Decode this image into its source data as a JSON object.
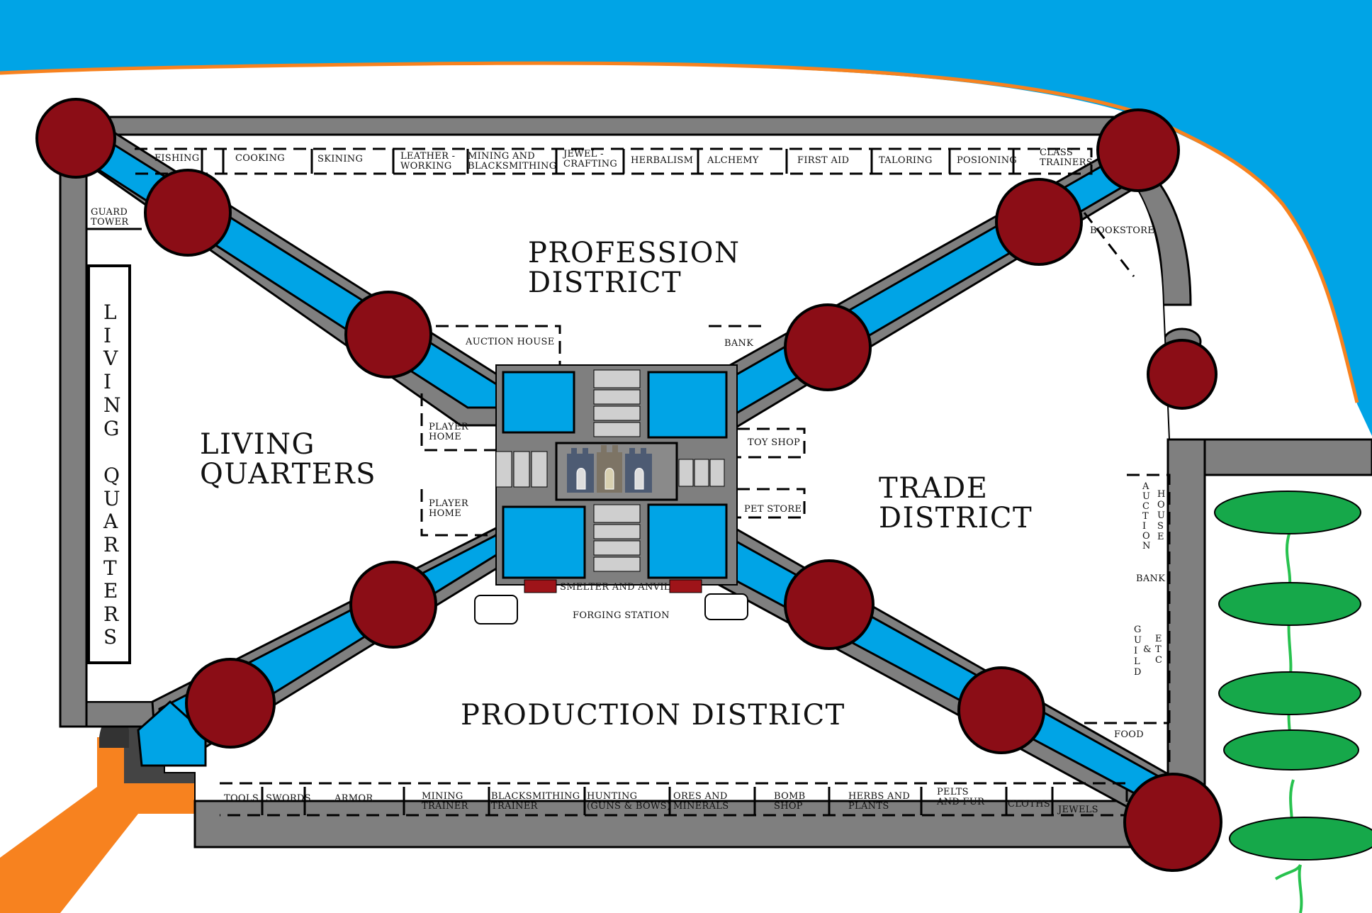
{
  "colors": {
    "water": "#00a4e6",
    "shore": "#f7821f",
    "wall": "#7f7f7f",
    "tower": "#8b0d16",
    "tree": "#16a84a",
    "trunk": "#27c24e",
    "stall": "#cfcfcf"
  },
  "districts": {
    "profession": [
      "PROFESSION",
      "DISTRICT"
    ],
    "living": [
      "LIVING",
      "QUARTERS"
    ],
    "trade": [
      "TRADE",
      "DISTRICT"
    ],
    "production": "PRODUCTION DISTRICT",
    "living_vertical": [
      "L",
      "I",
      "V",
      "I",
      "N",
      "G",
      "Q",
      "U",
      "A",
      "R",
      "T",
      "E",
      "R",
      "S"
    ]
  },
  "top_shops": [
    [
      "FISHING"
    ],
    [
      "COOKING"
    ],
    [
      "SKINING"
    ],
    [
      "LEATHER -",
      "WORKING"
    ],
    [
      "MINING AND",
      "BLACKSMITHING"
    ],
    [
      "JEWEL -",
      "CRAFTING"
    ],
    [
      "HERBALISM"
    ],
    [
      "ALCHEMY"
    ],
    [
      "FIRST AID"
    ],
    [
      "TALORING"
    ],
    [
      "POSIONING"
    ],
    [
      "CLASS",
      "TRAINERS"
    ]
  ],
  "bottom_shops": [
    [
      "TOOLS"
    ],
    [
      "SWORDS"
    ],
    [
      "ARMOR"
    ],
    [
      "MINING",
      "TRAINER"
    ],
    [
      "BLACKSMITHING",
      "TRAINER"
    ],
    [
      "HUNTING",
      "(GUNS & BOWS)"
    ],
    [
      "ORES AND",
      "MINERALS"
    ],
    [
      "BOMB",
      "SHOP"
    ],
    [
      "HERBS AND",
      "PLANTS"
    ],
    [
      "PELTS",
      "AND FUR"
    ],
    [
      "CLOTHS"
    ],
    [
      "JEWELS"
    ]
  ],
  "guard_tower": [
    "GUARD",
    "TOWER"
  ],
  "bookstore": "BOOKSTORE",
  "center": {
    "auction_house": "AUCTION HOUSE",
    "bank": "BANK",
    "player_home_1": [
      "PLAYER",
      "HOME"
    ],
    "player_home_2": [
      "PLAYER",
      "HOME"
    ],
    "toy_shop": "TOY SHOP",
    "pet_store": "PET STORE",
    "smelter": "SMELTER AND ANVIL",
    "forging": "FORGING STATION"
  },
  "trade_side": {
    "auction_vertical": [
      "A",
      "U",
      "C",
      "T",
      "I",
      "O",
      "N"
    ],
    "house_vertical": [
      "H",
      "O",
      "U",
      "S",
      "E"
    ],
    "bank": "BANK",
    "guild_vertical": [
      "G",
      "U",
      "I",
      "L",
      "D"
    ],
    "amp": "&",
    "etc_vertical": [
      "E",
      "T",
      "C"
    ],
    "food": "FOOD"
  }
}
